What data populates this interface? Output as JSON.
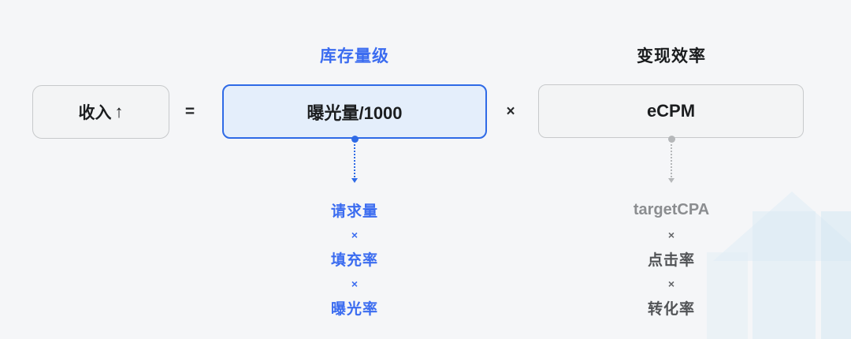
{
  "headers": {
    "inventory": {
      "label": "库存量级"
    },
    "monetization": {
      "label": "变现效率"
    }
  },
  "formula": {
    "result_label": "收入",
    "result_arrow": "↑",
    "equals": "=",
    "operand1": "曝光量/1000",
    "times": "×",
    "operand2": "eCPM"
  },
  "breakdowns": {
    "inventory": {
      "items": [
        "请求量",
        "×",
        "填充率",
        "×",
        "曝光率"
      ]
    },
    "monetization": {
      "items": [
        "targetCPA",
        "×",
        "点击率",
        "×",
        "转化率"
      ]
    }
  },
  "colors": {
    "accent_blue": "#2e6ae6",
    "blue_text": "#3b6cf0",
    "blue_box_fill": "#e4eefb",
    "gray_box_fill": "#f3f4f5",
    "gray_box_border": "#c7c9cb",
    "dark_text": "#1b1d1f",
    "gray_arrow": "#b5b7b9",
    "gray_text_light": "#8b8d90",
    "gray_text_dark": "#515356",
    "background": "#f5f6f8"
  }
}
